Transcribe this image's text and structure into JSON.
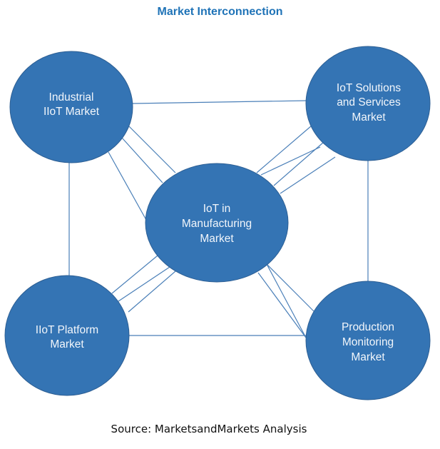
{
  "title": "Market Interconnection",
  "source": "Source: MarketsandMarkets Analysis",
  "colors": {
    "node_fill": "#3474b4",
    "edge": "#4a7fb8",
    "title": "#1f73b7"
  },
  "nodes": [
    {
      "id": "industrial",
      "lines": [
        "Industrial",
        "IIoT Market"
      ]
    },
    {
      "id": "solutions",
      "lines": [
        "IoT Solutions",
        "and Services",
        "Market"
      ]
    },
    {
      "id": "manufacturing",
      "lines": [
        "IoT in",
        "Manufacturing",
        "Market"
      ]
    },
    {
      "id": "platform",
      "lines": [
        "IIoT Platform",
        "Market"
      ]
    },
    {
      "id": "production",
      "lines": [
        "Production",
        "Monitoring",
        "Market"
      ]
    }
  ],
  "edges": [
    {
      "from": "industrial",
      "to": "solutions"
    },
    {
      "from": "industrial",
      "to": "platform"
    },
    {
      "from": "solutions",
      "to": "production"
    },
    {
      "from": "platform",
      "to": "production"
    },
    {
      "from": "industrial",
      "to": "manufacturing"
    },
    {
      "from": "solutions",
      "to": "manufacturing"
    },
    {
      "from": "platform",
      "to": "manufacturing"
    },
    {
      "from": "manufacturing",
      "to": "production"
    }
  ]
}
